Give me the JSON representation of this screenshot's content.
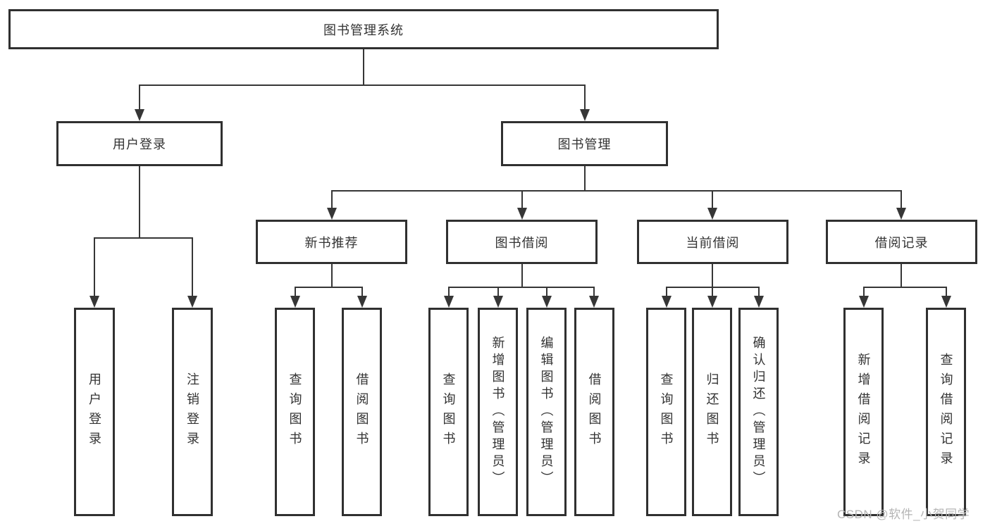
{
  "diagram_title": "图书管理系统",
  "watermark": "CSDN @软件_小贺同学",
  "colors": {
    "line": "#363636",
    "border": "#303030",
    "text": "#333333",
    "watermark_text": "#b5b5b5",
    "background": "#ffffff"
  },
  "tree": {
    "label": "图书管理系统",
    "children": [
      {
        "label": "用户登录",
        "children": [
          {
            "label": "用户登录"
          },
          {
            "label": "注销登录"
          }
        ]
      },
      {
        "label": "图书管理",
        "children": [
          {
            "label": "新书推荐",
            "children": [
              {
                "label": "查询图书"
              },
              {
                "label": "借阅图书"
              }
            ]
          },
          {
            "label": "图书借阅",
            "children": [
              {
                "label": "查询图书"
              },
              {
                "label": "新增图书（管理员）"
              },
              {
                "label": "编辑图书（管理员）"
              },
              {
                "label": "借阅图书"
              }
            ]
          },
          {
            "label": "当前借阅",
            "children": [
              {
                "label": "查询图书"
              },
              {
                "label": "归还图书"
              },
              {
                "label": "确认归还（管理员）"
              }
            ]
          },
          {
            "label": "借阅记录",
            "children": [
              {
                "label": "新增借阅记录"
              },
              {
                "label": "查询借阅记录"
              }
            ]
          }
        ]
      }
    ]
  }
}
